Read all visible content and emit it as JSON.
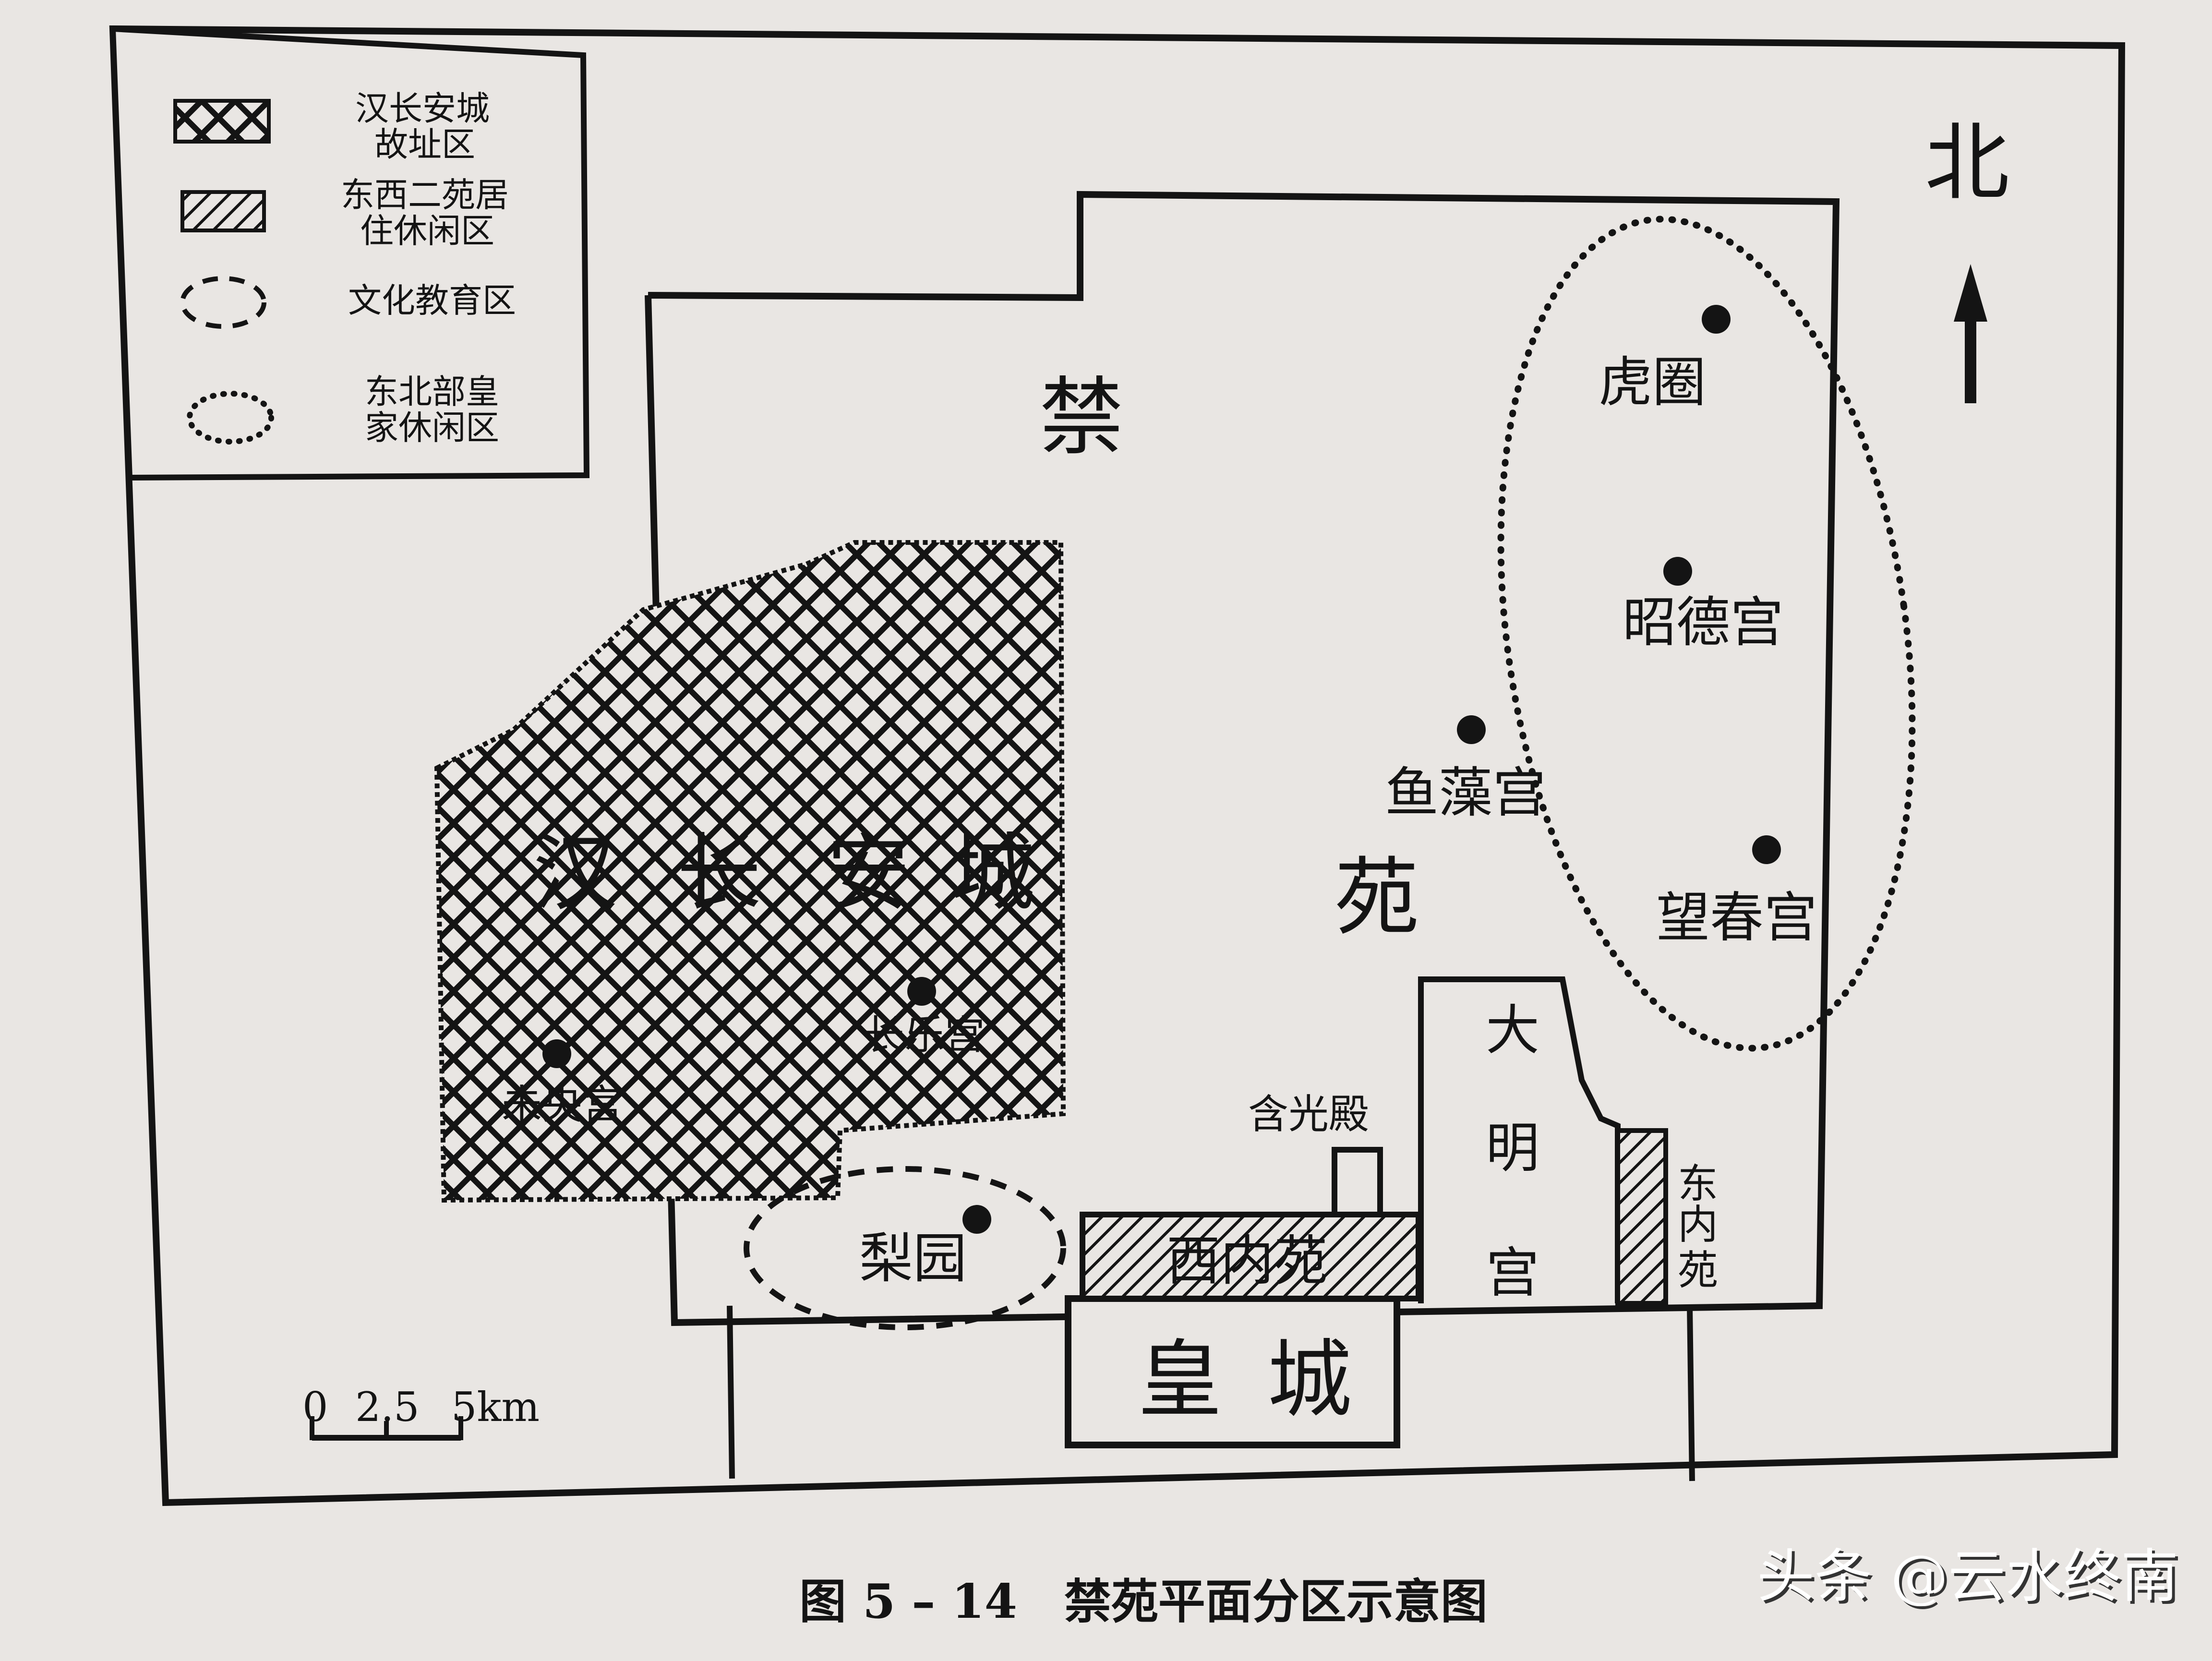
{
  "compass": {
    "label": "北"
  },
  "legend": [
    {
      "label_line1": "汉长安城",
      "label_line2": "故址区"
    },
    {
      "label_line1": "东西二苑居",
      "label_line2": "住休闲区"
    },
    {
      "label_line1": "文化教育区",
      "label_line2": ""
    },
    {
      "label_line1": "东北部皇",
      "label_line2": "家休闲区"
    }
  ],
  "areas": {
    "jin": "禁",
    "yuan": "苑",
    "han_chang_an": [
      "汉",
      "长",
      "安",
      "城"
    ],
    "huang_cheng": [
      "皇",
      "城"
    ],
    "daming_gong": [
      "大",
      "明",
      "宫"
    ],
    "dong_nei_yuan": [
      "东",
      "内",
      "苑"
    ],
    "xi_nei_yuan": "西内苑",
    "hanguang_dian": "含光殿",
    "li_yuan": "梨园"
  },
  "places": {
    "hu_quan": "虎圈",
    "zhao_de_gong": "昭德宫",
    "yu_zao_gong": "鱼藻宫",
    "wang_chun_gong": "望春宫",
    "chang_le_gong": "长乐宫",
    "wei_yang_gong": "未央宫"
  },
  "scale": {
    "t0": "0",
    "t1": "2.5",
    "t2": "5km"
  },
  "caption": "图 5 – 14　禁苑平面分区示意图",
  "watermark": "头条 @云水终南",
  "colors": {
    "ink": "#141414",
    "paper": "#e9e6e3"
  }
}
